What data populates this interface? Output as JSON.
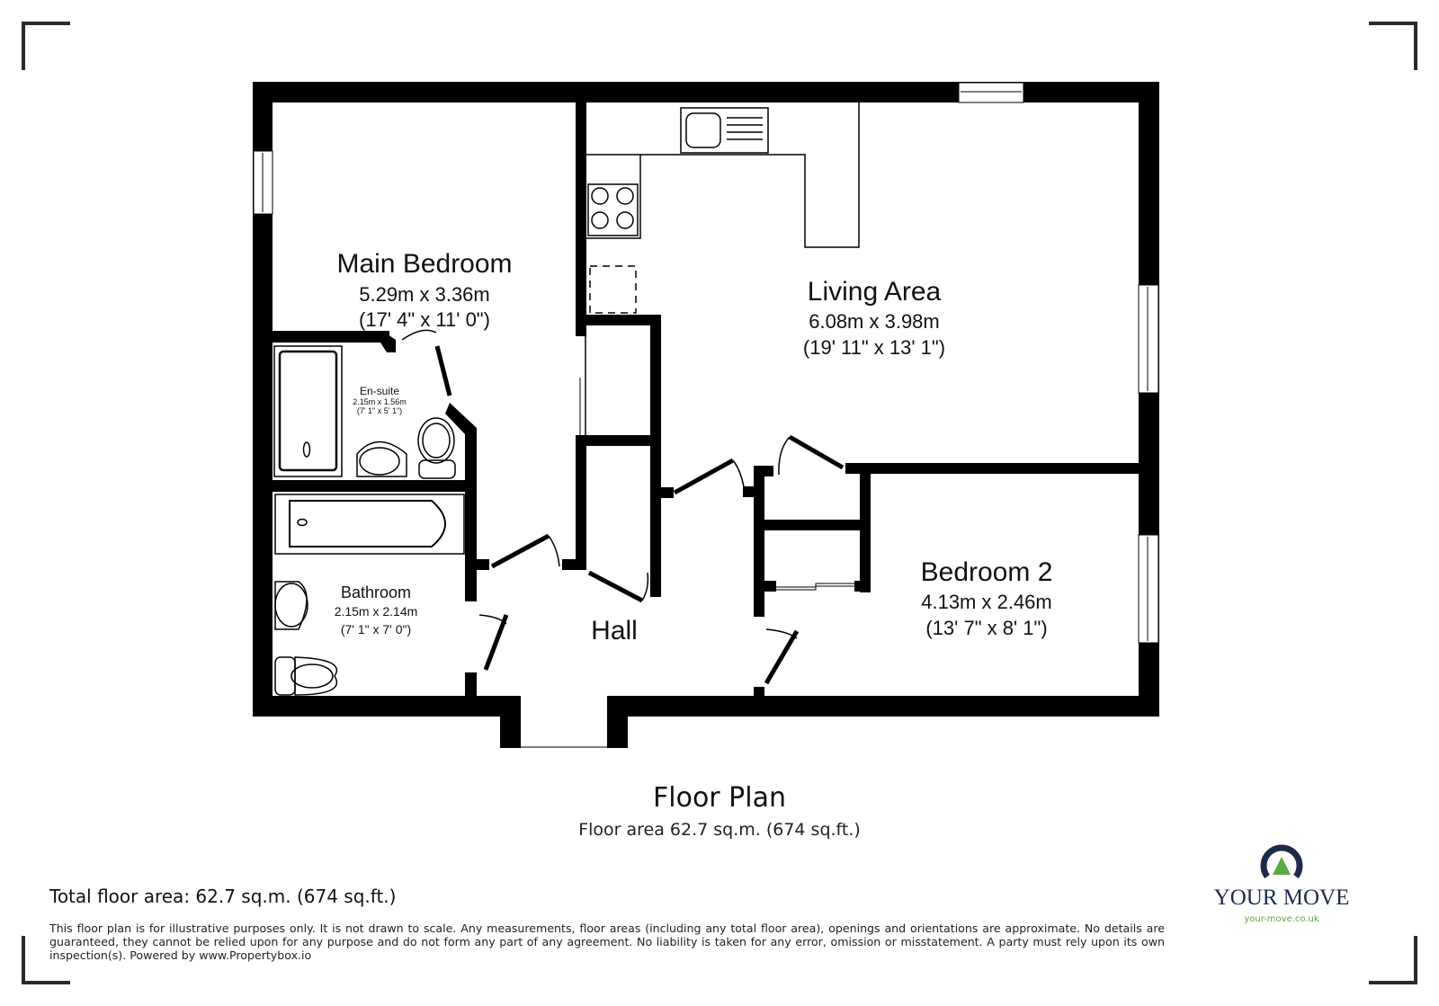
{
  "plan": {
    "title": "Floor Plan",
    "floor_area": "Floor area 62.7 sq.m. (674 sq.ft.)",
    "rooms": [
      {
        "name": "Main Bedroom",
        "metric": "5.29m x 3.36m",
        "imperial": "(17' 4\" x 11' 0\")"
      },
      {
        "name": "Living Area",
        "metric": "6.08m x 3.98m",
        "imperial": "(19' 11\" x 13' 1\")"
      },
      {
        "name": "En-suite",
        "metric": "2.15m x 1.56m",
        "imperial": "(7' 1\" x 5' 1\")"
      },
      {
        "name": "Bathroom",
        "metric": "2.15m x 2.14m",
        "imperial": "(7' 1\" x 7' 0\")"
      },
      {
        "name": "Hall",
        "metric": "",
        "imperial": ""
      },
      {
        "name": "Bedroom 2",
        "metric": "4.13m x 2.46m",
        "imperial": "(13' 7\" x 8' 1\")"
      }
    ]
  },
  "footer": {
    "total_area": "Total floor area: 62.7 sq.m. (674 sq.ft.)",
    "disclaimer": "This floor plan is for illustrative purposes only. It is not drawn to scale. Any measurements, floor areas (including any total floor area), openings and orientations are approximate. No details are guaranteed, they cannot be relied upon for any purpose and do not form any part of any agreement. No liability is taken for any error, omission or misstatement. A party must rely upon its own inspection(s). Powered by www.Propertybox.io"
  },
  "logo": {
    "brand": "YOUR MOVE",
    "url": "your-move.co.uk",
    "icon": "location-pin-icon",
    "colors": {
      "navy": "#1e2a4a",
      "green": "#5ca841"
    }
  },
  "colors": {
    "wall": "#000000",
    "background": "#ffffff",
    "corner_marks": "#2a2a2a"
  }
}
